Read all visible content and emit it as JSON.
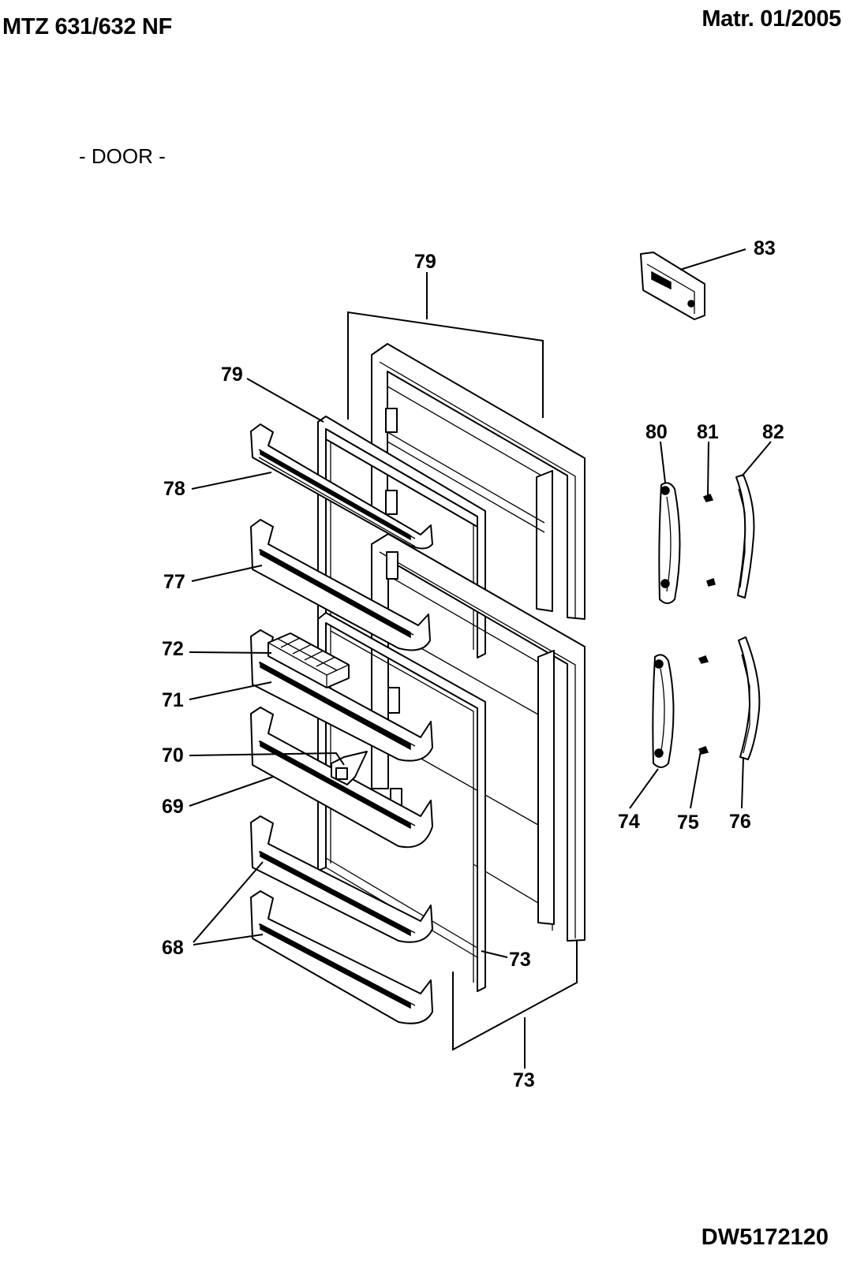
{
  "header": {
    "model": "MTZ 631/632 NF",
    "matr": "Matr.  01/2005"
  },
  "section_title": "- DOOR -",
  "document_number": "DW5172120",
  "callouts": {
    "c79a": "79",
    "c79b": "79",
    "c83": "83",
    "c80": "80",
    "c81": "81",
    "c82": "82",
    "c78": "78",
    "c77": "77",
    "c72": "72",
    "c71": "71",
    "c70": "70",
    "c69": "69",
    "c68": "68",
    "c73a": "73",
    "c73b": "73",
    "c74": "74",
    "c75": "75",
    "c76": "76"
  }
}
